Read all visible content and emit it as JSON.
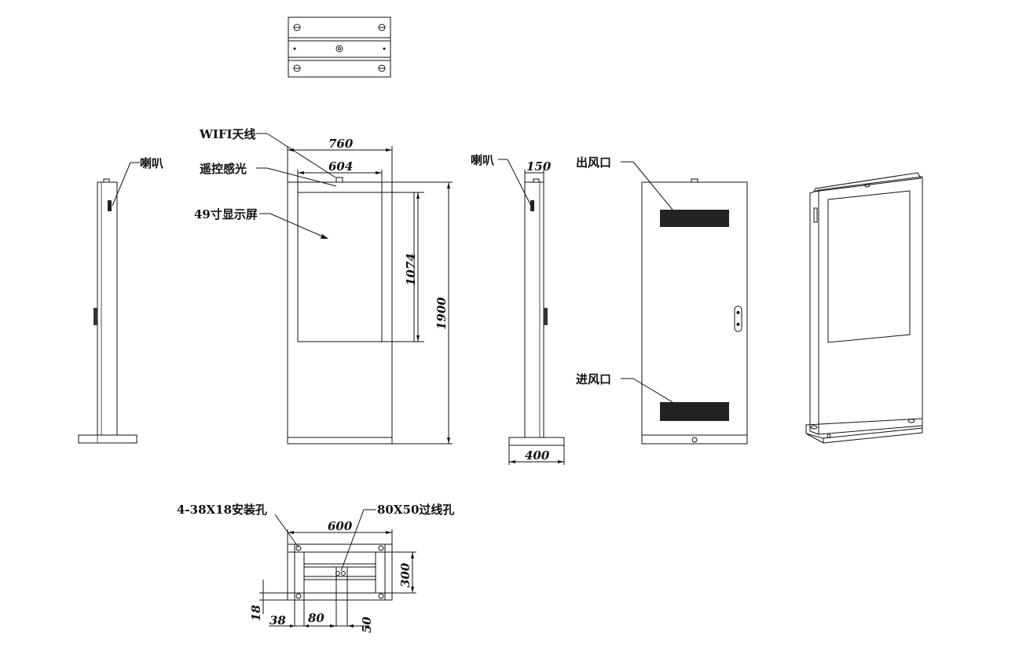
{
  "labels": {
    "wifi": "WIFI天线",
    "remote": "遥控感光",
    "screen": "49寸显示屏",
    "speaker_left": "喇叭",
    "speaker_right": "喇叭",
    "outlet": "出风口",
    "inlet": "进风口",
    "mount_holes": "4-38X18安装孔",
    "cable_hole": "80X50过线孔"
  },
  "dimensions": {
    "total_width": "760",
    "screen_width": "604",
    "screen_height": "1074",
    "total_height": "1900",
    "depth_top": "150",
    "base_depth": "400",
    "base_width": "600",
    "base_depth_plan": "300",
    "d18": "18",
    "d38": "38",
    "d80": "80",
    "d50": "50"
  }
}
